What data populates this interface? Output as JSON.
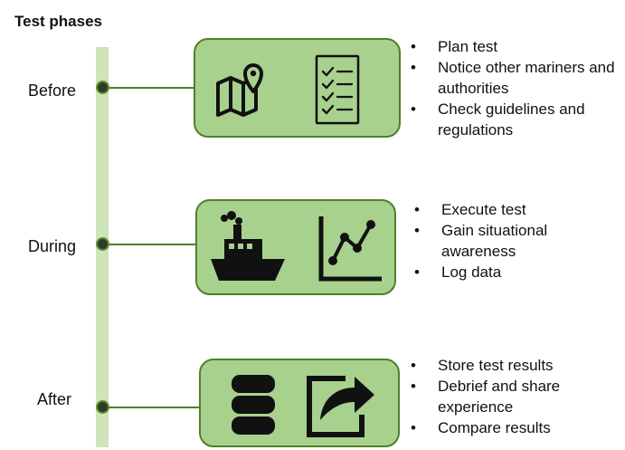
{
  "diagram": {
    "title": "Test phases",
    "phases": [
      {
        "label": "Before",
        "icons": [
          "map-pin-icon",
          "checklist-icon"
        ],
        "items": [
          "Plan test",
          "Notice other mariners and authorities",
          "Check guidelines and regulations"
        ]
      },
      {
        "label": "During",
        "icons": [
          "ship-icon",
          "line-chart-icon"
        ],
        "items": [
          "Execute test",
          "Gain situational awareness",
          "Log data"
        ]
      },
      {
        "label": "After",
        "icons": [
          "database-icon",
          "share-icon"
        ],
        "items": [
          "Store test results",
          "Debrief and share experience",
          "Compare results"
        ]
      }
    ],
    "colors": {
      "box_fill": "#a9d18e",
      "box_border": "#4f7f2c",
      "timeline": "#cfe4b8",
      "dot": "#2f3b24"
    }
  }
}
